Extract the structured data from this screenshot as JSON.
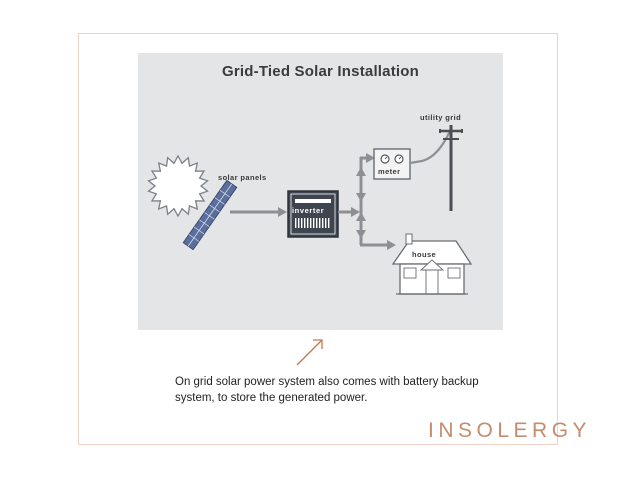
{
  "diagram": {
    "title": "Grid-Tied Solar Installation",
    "labels": {
      "solar_panels": "solar panels",
      "inverter": "inverter",
      "meter": "meter",
      "utility_grid": "utility grid",
      "house": "house"
    }
  },
  "caption": "On grid solar power system also comes with battery backup system, to store the generated power.",
  "brand": "INSOLERGY",
  "colors": {
    "diagram_bg": "#e4e5e6",
    "panel": "#5b6f9e",
    "inverter": "#3f4550",
    "arrow": "#8c8f94",
    "brand": "#c58c6e",
    "pointer": "#c8784c"
  }
}
